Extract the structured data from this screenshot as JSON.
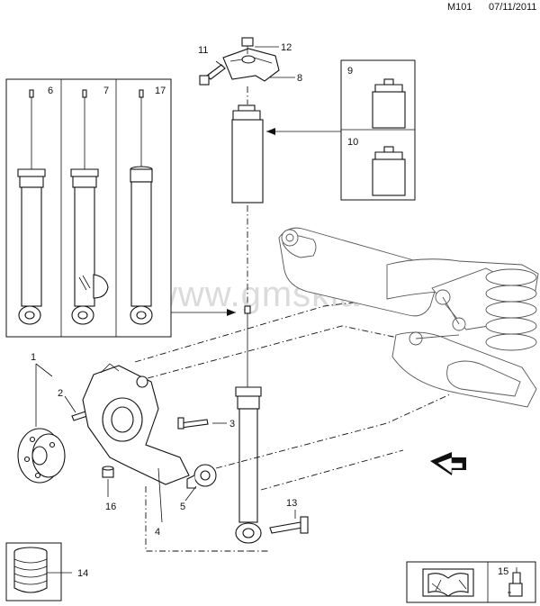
{
  "header": {
    "code": "M101",
    "date": "07/11/2011"
  },
  "watermark": "www.gmsklad.ru",
  "callouts": {
    "c1": "1",
    "c2": "2",
    "c3": "3",
    "c4": "4",
    "c5": "5",
    "c6": "6",
    "c7": "7",
    "c8": "8",
    "c9": "9",
    "c10": "10",
    "c11": "11",
    "c12": "12",
    "c13": "13",
    "c14": "14",
    "c15": "15",
    "c16": "16",
    "c17": "17"
  },
  "icons": {
    "manual": "service-manual-icon",
    "grease": "grease-gun-icon",
    "front_arrow": "front-direction-arrow-icon"
  }
}
